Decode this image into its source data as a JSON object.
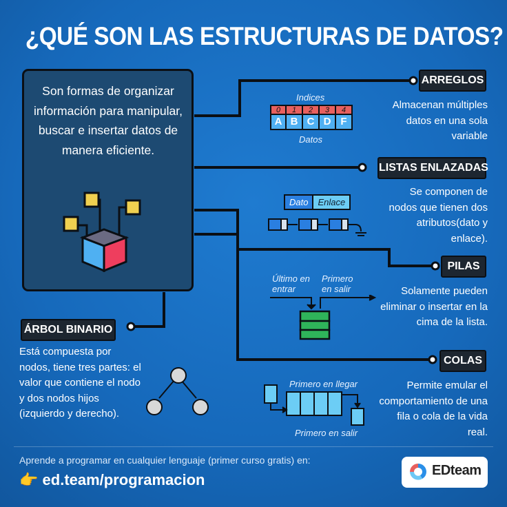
{
  "title": "¿QUÉ SON LAS ESTRUCTURAS DE DATOS?",
  "intro": "Son formas de organizar información para manipular, buscar e insertar datos de manera eficiente.",
  "arreglos": {
    "label": "ARREGLOS",
    "desc": "Almacenan múltiples datos en una sola variable",
    "indices_label": "Indices",
    "datos_label": "Datos",
    "indices": [
      "0",
      "1",
      "2",
      "3",
      "4"
    ],
    "datos": [
      "A",
      "B",
      "C",
      "D",
      "F"
    ]
  },
  "listas": {
    "label": "LISTAS ENLAZADAS",
    "desc": "Se componen de nodos que tienen dos atributos(dato y enlace).",
    "dato": "Dato",
    "enlace": "Enlace"
  },
  "pilas": {
    "label": "PILAS",
    "desc": "Solamente pueden eliminar o insertar en la cima de la lista.",
    "in_label": "Último en entrar",
    "out_label": "Primero en salir"
  },
  "colas": {
    "label": "COLAS",
    "desc": "Permite emular el comportamiento de una fila o cola de la vida real.",
    "in_label": "Primero en llegar",
    "out_label": "Primero en salir"
  },
  "arbol": {
    "label": "ÁRBOL BINARIO",
    "desc": "Está compuesta por nodos, tiene tres partes: el valor que contiene el nodo y dos nodos hijos (izquierdo y derecho)."
  },
  "footer": {
    "cta": "Aprende a programar en cualquier lenguaje (primer curso gratis) en:",
    "link": "ed.team/programacion",
    "pointer": "👉"
  },
  "logo": {
    "text": "EDteam"
  },
  "colors": {
    "bg": "#1669bb",
    "box": "#1d4a72",
    "red": "#e8605e",
    "blue": "#3ea3ee",
    "green": "#2fb45a"
  }
}
